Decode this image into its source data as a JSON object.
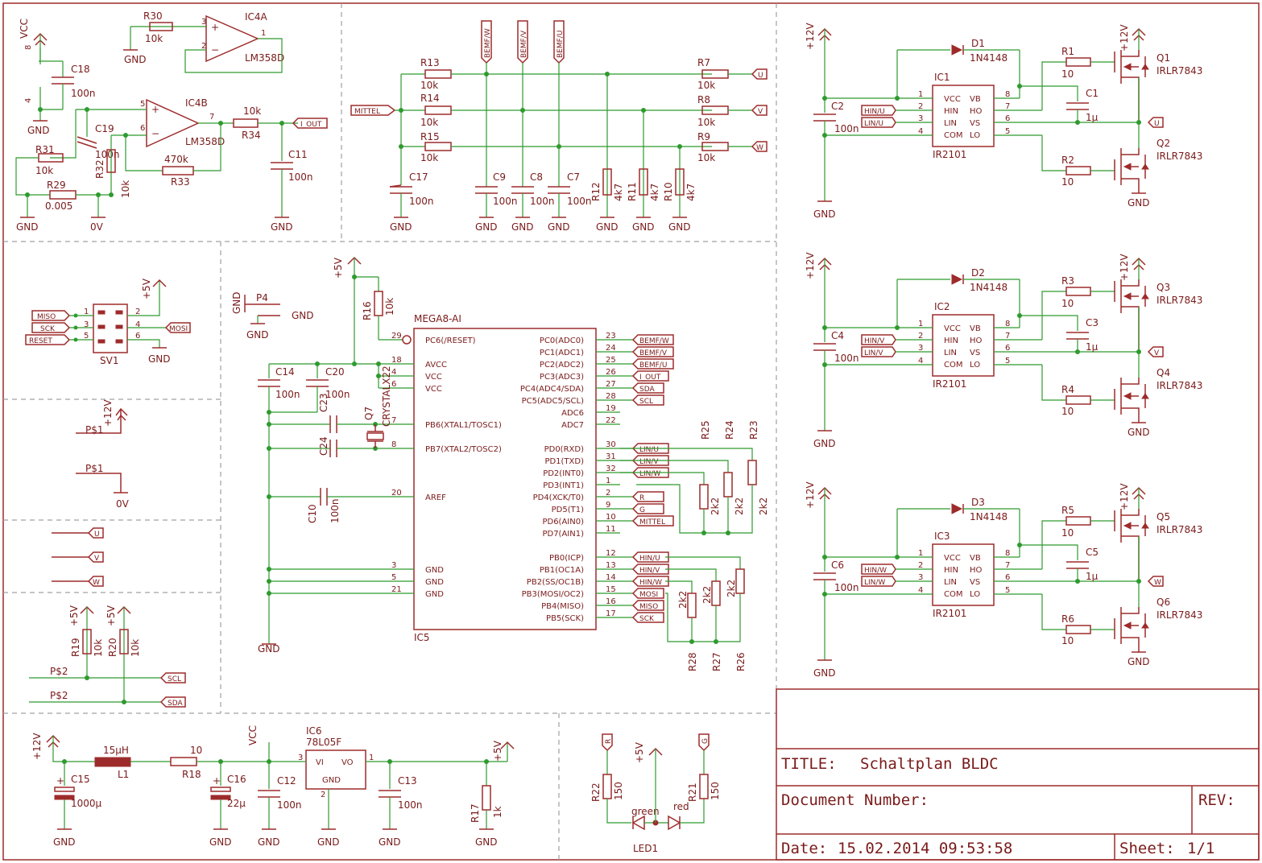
{
  "title_block": {
    "title_label": "TITLE:",
    "title_value": "Schaltplan BLDC",
    "doc_label": "Document Number:",
    "rev_label": "REV:",
    "date_label": "Date:",
    "date_value": "15.02.2014 09:53:58",
    "sheet_label": "Sheet:",
    "sheet_value": "1/1"
  },
  "ic4": {
    "a": "IC4A",
    "b": "IC4B",
    "part": "LM358D",
    "r30": "R30",
    "r30v": "10k",
    "r31": "R31",
    "r31v": "10k",
    "r32": "R32",
    "r32v": "10k",
    "r33": "R33",
    "r33v": "470k",
    "r34": "R34",
    "r34v": "10k",
    "r29": "R29",
    "r29v": "0.005",
    "c18": "C18",
    "c18v": "100n",
    "c19": "C19",
    "c19v": "100n",
    "c11": "C11",
    "c11v": "100n",
    "iout": "I_OUT",
    "vcc": "VCC",
    "gnd": "GND",
    "zero": "0V"
  },
  "bemf": {
    "r13": "R13",
    "r14": "R14",
    "r15": "R15",
    "r7": "R7",
    "r8": "R8",
    "r9": "R9",
    "r10": "R10",
    "r11": "R11",
    "r12": "R12",
    "rv10k": "10k",
    "rv4k7": "4k7",
    "c7": "C7",
    "c8": "C8",
    "c9": "C9",
    "c17": "C17",
    "cv": "100n",
    "mittel": "MITTEL",
    "bemf_w": "BEMF/W",
    "bemf_v": "BEMF/V",
    "bemf_u": "BEMF/U",
    "u": "U",
    "v": "V",
    "w": "W",
    "gnd": "GND"
  },
  "drivers": [
    {
      "ic": "IC1",
      "d": "D1",
      "diode": "1N4148",
      "rh": "R1",
      "rl": "R2",
      "cb": "C1",
      "cbv": "1µ",
      "cin": "C2",
      "cinv": "100n",
      "qh": "Q1",
      "ql": "Q2",
      "fet": "IRLR7843",
      "hin": "HIN/U",
      "lin": "LIN/U",
      "out": "U",
      "part": "IR2101",
      "rv": "10"
    },
    {
      "ic": "IC2",
      "d": "D2",
      "diode": "1N4148",
      "rh": "R3",
      "rl": "R4",
      "cb": "C3",
      "cbv": "1µ",
      "cin": "C4",
      "cinv": "100n",
      "qh": "Q3",
      "ql": "Q4",
      "fet": "IRLR7843",
      "hin": "HIN/V",
      "lin": "LIN/V",
      "out": "V",
      "part": "IR2101",
      "rv": "10"
    },
    {
      "ic": "IC3",
      "d": "D3",
      "diode": "1N4148",
      "rh": "R5",
      "rl": "R6",
      "cb": "C5",
      "cbv": "1µ",
      "cin": "C6",
      "cinv": "100n",
      "qh": "Q5",
      "ql": "Q6",
      "fet": "IRLR7843",
      "hin": "HIN/W",
      "lin": "LIN/W",
      "out": "W",
      "part": "IR2101",
      "rv": "10"
    }
  ],
  "driver_pins": {
    "vcc": "VCC",
    "vb": "VB",
    "hin": "HIN",
    "ho": "HO",
    "lin": "LIN",
    "vs": "VS",
    "com": "COM",
    "lo": "LO",
    "v12": "+12V",
    "gnd": "GND"
  },
  "mcu": {
    "name": "MEGA8-AI",
    "ref": "IC5",
    "left_pins": [
      {
        "num": "29",
        "label": "PC6(/RESET)"
      },
      {
        "num": "18",
        "label": "AVCC"
      },
      {
        "num": "4",
        "label": "VCC"
      },
      {
        "num": "6",
        "label": "VCC"
      },
      {
        "num": "7",
        "label": "PB6(XTAL1/TOSC1)"
      },
      {
        "num": "8",
        "label": "PB7(XTAL2/TOSC2)"
      },
      {
        "num": "20",
        "label": "AREF"
      },
      {
        "num": "3",
        "label": "GND"
      },
      {
        "num": "5",
        "label": "GND"
      },
      {
        "num": "21",
        "label": "GND"
      }
    ],
    "right_pins": [
      {
        "num": "23",
        "label": "PC0(ADC0)",
        "net": "BEMF/W"
      },
      {
        "num": "24",
        "label": "PC1(ADC1)",
        "net": "BEMF/V"
      },
      {
        "num": "25",
        "label": "PC2(ADC2)",
        "net": "BEMF/U"
      },
      {
        "num": "26",
        "label": "PC3(ADC3)",
        "net": "I_OUT"
      },
      {
        "num": "27",
        "label": "PC4(ADC4/SDA)",
        "net": "SDA"
      },
      {
        "num": "28",
        "label": "PC5(ADC5/SCL)",
        "net": "SCL"
      },
      {
        "num": "19",
        "label": "ADC6",
        "net": ""
      },
      {
        "num": "22",
        "label": "ADC7",
        "net": ""
      },
      {
        "num": "30",
        "label": "PD0(RXD)",
        "net": "LIN/U"
      },
      {
        "num": "31",
        "label": "PD1(TXD)",
        "net": "LIN/V"
      },
      {
        "num": "32",
        "label": "PD2(INT0)",
        "net": "LIN/W"
      },
      {
        "num": "1",
        "label": "PD3(INT1)",
        "net": ""
      },
      {
        "num": "2",
        "label": "PD4(XCK/T0)",
        "net": "R"
      },
      {
        "num": "9",
        "label": "PD5(T1)",
        "net": "G"
      },
      {
        "num": "10",
        "label": "PD6(AIN0)",
        "net": "MITTEL"
      },
      {
        "num": "11",
        "label": "PD7(AIN1)",
        "net": ""
      },
      {
        "num": "12",
        "label": "PB0(ICP)",
        "net": "HIN/U"
      },
      {
        "num": "13",
        "label": "PB1(OC1A)",
        "net": "HIN/V"
      },
      {
        "num": "14",
        "label": "PB2(SS/OC1B)",
        "net": "HIN/W"
      },
      {
        "num": "15",
        "label": "PB3(MOSI/OC2)",
        "net": "MOSI"
      },
      {
        "num": "16",
        "label": "PB4(MISO)",
        "net": "MISO"
      },
      {
        "num": "17",
        "label": "PB5(SCK)",
        "net": "SCK"
      }
    ],
    "r16": "R16",
    "r16v": "10k",
    "c14": "C14",
    "c20": "C20",
    "c23": "C23",
    "c24": "C24",
    "c10": "C10",
    "cv": "100n",
    "q7": "Q7",
    "crystal": "CRYSTALX22",
    "p5v": "+5V",
    "gnd": "GND",
    "r23": "R23",
    "r24": "R24",
    "r25": "R25",
    "r26": "R26",
    "r27": "R27",
    "r28": "R28",
    "rv2k2": "2k2"
  },
  "misc": {
    "p4": "P4",
    "gnd": "GND",
    "sv1": "SV1",
    "miso": "MISO",
    "sck": "SCK",
    "reset": "RESET",
    "mosi": "MOSI",
    "p5v": "+5V",
    "p12v": "+12V",
    "ps1a": "P$1",
    "ps1b": "P$1",
    "zero": "0V",
    "u": "U",
    "v": "V",
    "w": "W",
    "r19": "R19",
    "r20": "R20",
    "r10k": "10k",
    "ps2a": "P$2",
    "ps2b": "P$2",
    "scl": "SCL",
    "sda": "SDA"
  },
  "power": {
    "p12v": "+12V",
    "c15": "C15",
    "c15v": "1000µ",
    "l1": "L1",
    "l1v": "15µH",
    "r18": "R18",
    "r18v": "10",
    "c16": "C16",
    "c16v": "22µ",
    "vcc": "VCC",
    "c12": "C12",
    "c12v": "100n",
    "ic6": "IC6",
    "ic6p": "78L05F",
    "vi": "VI",
    "vo": "VO",
    "gnd_pin": "GND",
    "c13": "C13",
    "c13v": "100n",
    "p5v": "+5V",
    "r17": "R17",
    "r17v": "1k",
    "gnd": "GND"
  },
  "led": {
    "r": "R",
    "g": "G",
    "r22": "R22",
    "r21": "R21",
    "rv": "150",
    "p5v": "+5V",
    "green": "green",
    "red": "red",
    "led1": "LED1"
  }
}
